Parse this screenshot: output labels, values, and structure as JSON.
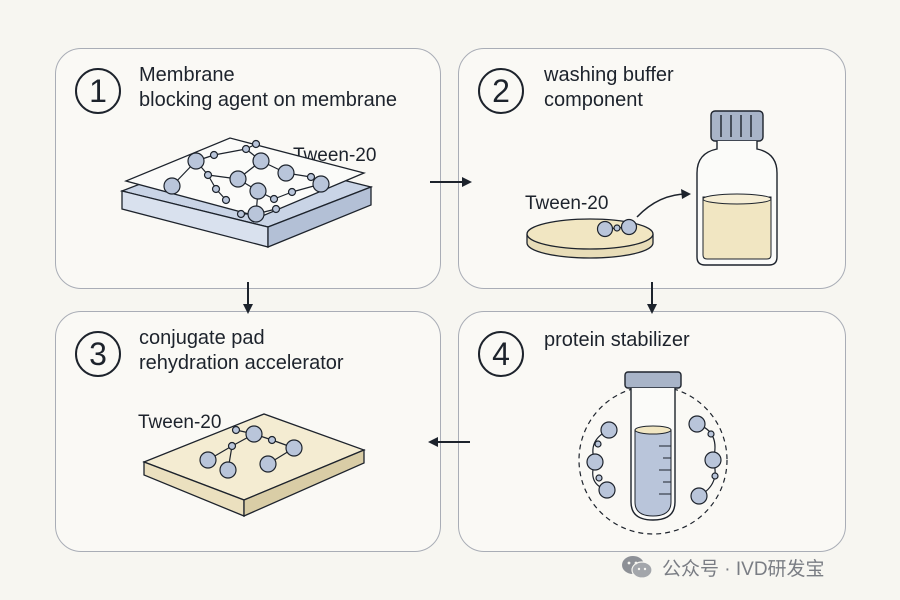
{
  "steps": [
    {
      "number": "1",
      "title_line1": "Membrane",
      "title_line2": "blocking agent on membrane",
      "label": "Tween-20"
    },
    {
      "number": "2",
      "title_line1": "washing buffer",
      "title_line2": "component",
      "label": "Tween-20"
    },
    {
      "number": "3",
      "title_line1": "conjugate pad",
      "title_line2": "rehydration accelerator",
      "label": "Tween-20"
    },
    {
      "number": "4",
      "title_line1": "protein stabilizer",
      "title_line2": ""
    }
  ],
  "watermark": {
    "text": "公众号 · IVD研发宝",
    "icon": "wechat-logo-icon"
  },
  "colors": {
    "outline": "#1d232c",
    "node_fill": "#b9c5da",
    "membrane_blue": "#c9d4e6",
    "liquid": "#f1e6c2",
    "pad": "#f4ecd2",
    "bottle_cap": "#a8b4c8",
    "panel_border": "#a9adb6"
  }
}
